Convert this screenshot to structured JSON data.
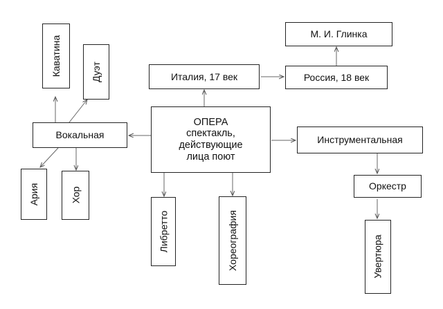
{
  "center": {
    "lines": [
      "ОПЕРА",
      "спектакль,",
      "действующие",
      "лица поют"
    ]
  },
  "nodes": {
    "italy": "Италия, 17 век",
    "russia": "Россия, 18 век",
    "glinka": "М. И. Глинка",
    "vocal": "Вокальная",
    "cavatina": "Каватина",
    "duet": "Дуэт",
    "aria": "Ария",
    "choir": "Хор",
    "libretto": "Либретто",
    "choreography": "Хореография",
    "instrumental": "Инструментальная",
    "orchestra": "Оркестр",
    "overture": "Увертюра"
  }
}
